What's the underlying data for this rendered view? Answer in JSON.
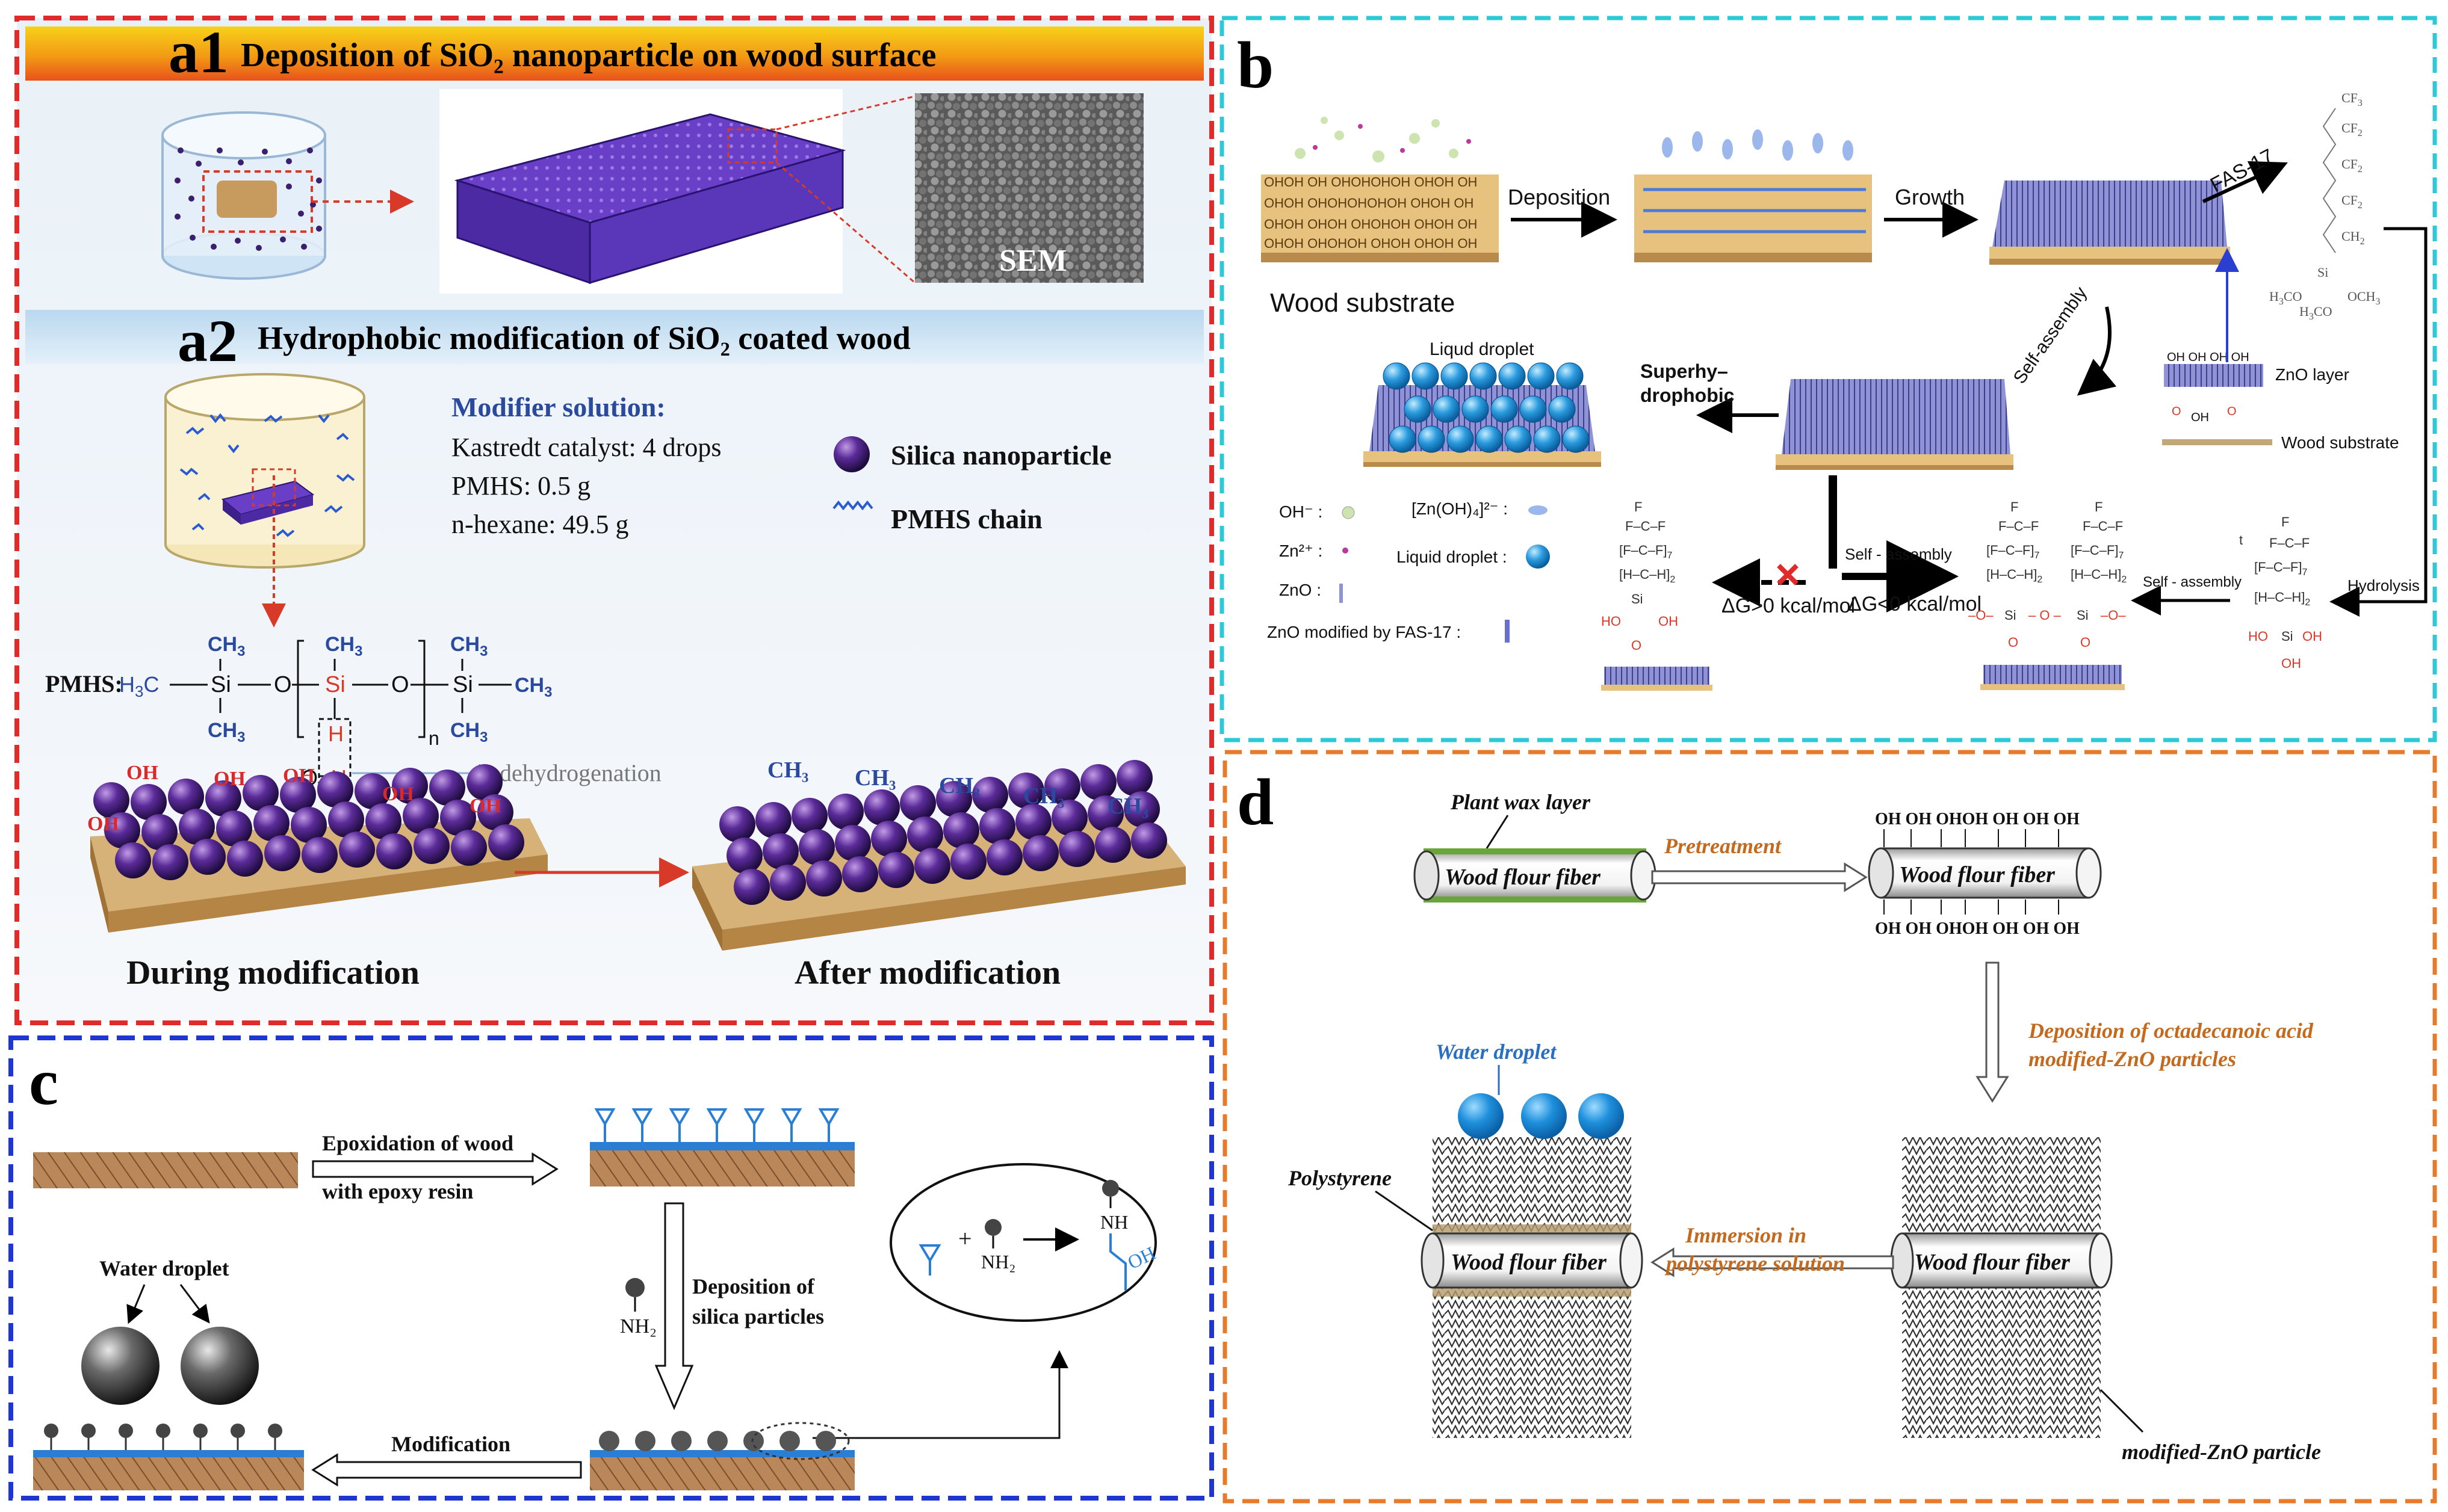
{
  "panel_a": {
    "a1_letter": "a1",
    "a1_title": "Deposition of SiO₂ nanoparticle on wood surface",
    "sem_label": "SEM",
    "a2_letter": "a2",
    "a2_title": "Hydrophobic modification of SiO₂ coated wood",
    "modifier_title": "Modifier solution:",
    "modifier_lines": [
      "Kastredt catalyst: 4 drops",
      "PMHS: 0.5 g",
      "n-hexane: 49.5 g"
    ],
    "legend_silica": "Silica nanoparticle",
    "legend_pmhs": "PMHS chain",
    "pmhs_label": "PMHS:",
    "dehydrogenation": "dehydrogenation",
    "during": "During modification",
    "after": "After modification",
    "oh": "OH",
    "ch3": "CH₃"
  },
  "panel_b": {
    "letter": "b",
    "wood_substrate": "Wood substrate",
    "deposition": "Deposition",
    "growth": "Growth",
    "fas17": "FAS-17",
    "self_assembly": "Self-assembly",
    "superhydrophobic": "Superhy-\ndrophobic",
    "liquid_droplet": "Liqud droplet",
    "zno_layer": "ZnO layer",
    "wood_substrate_small": "Wood substrate",
    "legend_oh": "OH⁻ :",
    "legend_zn": "Zn²⁺ :",
    "legend_zno": "ZnO :",
    "legend_znoh4": "[Zn(OH)₄]²⁻ :",
    "legend_liquid": "Liquid droplet :",
    "legend_fas": "ZnO modified by FAS-17 :",
    "self_assembly_2": "Self - assembly",
    "self_assembly_3": "Self - assembly",
    "hydrolysis": "Hydrolysis",
    "dg_pos": "ΔG>0 kcal/mol",
    "dg_neg": "ΔG<0 kcal/mol"
  },
  "panel_c": {
    "letter": "c",
    "epox_line1": "Epoxidation  of wood",
    "epox_line2": "with epoxy resin",
    "dep_line1": "Deposition of",
    "dep_line2": "silica particles",
    "nh2": "NH₂",
    "water_droplet": "Water droplet",
    "modification": "Modification",
    "nh": "NH",
    "oh": "OH"
  },
  "panel_d": {
    "letter": "d",
    "plant_wax": "Plant wax layer",
    "wood_fiber": "Wood flour fiber",
    "pretreatment": "Pretreatment",
    "oh_row": "OH OH  OHOH  OH OH  OH",
    "deposition_line1": "Deposition of octadecanoic acid",
    "deposition_line2": "modified-ZnO particles",
    "water_droplet": "Water droplet",
    "polystyrene": "Polystyrene",
    "immersion_line1": "Immersion in",
    "immersion_line2": "polystyrene solution",
    "modified_zno": "modified-ZnO particle"
  }
}
